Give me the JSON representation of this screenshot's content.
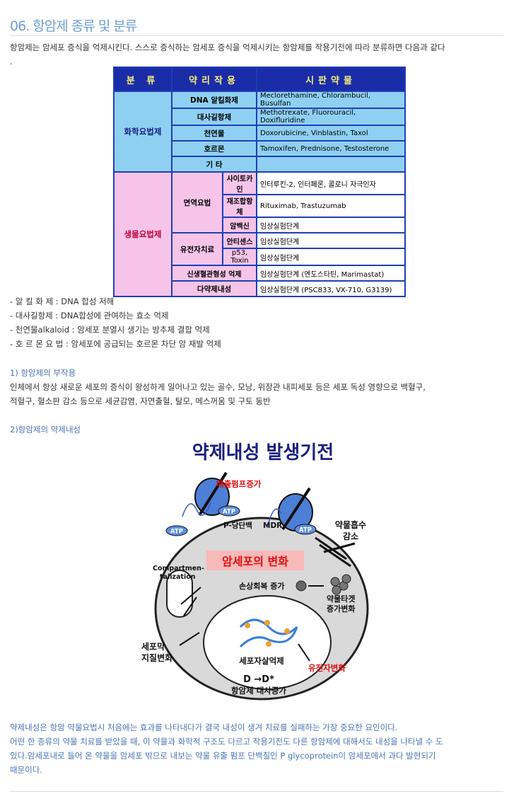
{
  "title": "06. 항암제 종류 및 분류",
  "intro": {
    "line1": "항암제는 암세포 증식을 억제시킨다. 스스로 증식하는 암세포 증식을 억제시키는 항암제를 작용기전에 따라 분류하면 다음과 같다",
    "line2": "."
  },
  "table": {
    "headers": [
      "분 류",
      "약리작용",
      "시판약물"
    ],
    "chem_group": "화학요법제",
    "chem_rows": [
      {
        "mech": "DNA 알킬화제",
        "drug": "Meclorethamine, Chlorambucil, Busulfan"
      },
      {
        "mech": "대사길항제",
        "drug": "Methotrexate, Fluorouracil, Doxifluridine"
      },
      {
        "mech": "천연물",
        "drug": "Doxorubicine, Vinblastin, Taxol"
      },
      {
        "mech": "호르몬",
        "drug": "Tamoxifen, Prednisone, Testosterone"
      },
      {
        "mech": "기 타",
        "drug": ""
      }
    ],
    "bio_group": "생물요법제",
    "immuno_label": "면역요법",
    "immuno_rows": [
      {
        "sub": "사이토카인",
        "drug": "인터루킨-2, 인터페론, 콜로니 자극인자"
      },
      {
        "sub": "재조합항체",
        "drug": "Rituximab, Trastuzumab"
      },
      {
        "sub": "암백신",
        "drug": "임상실험단계"
      }
    ],
    "gene_label": "유전자치료",
    "gene_rows": [
      {
        "sub": "안티센스",
        "drug": "임상실험단계"
      },
      {
        "sub": "p53, Toxin",
        "drug": "임상실험단계"
      }
    ],
    "angio": {
      "mech": "신생혈관형성 억제",
      "drug": "임상실험단계 (엔도스타틴, Marimastat)"
    },
    "mdr": {
      "mech": "다약제내성",
      "drug": "임상실험단계 (PSC833, VX-710, G3139)"
    }
  },
  "notes": [
    "- 알 킬 화 제 : DNA 합성 저해",
    "- 대사길항제 : DNA합성에 관여하는 효소 억제",
    "- 천연물alkaloid : 암세포 분열시 생기는 방추체 결합 억제",
    "- 호 르 몬 요 법 : 암세포에 공급되는 호르몬 차단 암 재발 억제"
  ],
  "side_effects": {
    "heading": "1) 항암제의 부작용",
    "line1": "인체에서 항상 새로운 세포의 증식이 왕성하게 일어나고 있는 골수, 모낭, 위장관 내피세포 등은 세포 독성 영향으로 백혈구,",
    "line2": "적혈구, 혈소판 감소 등으로 세균감염, 자연출혈, 탈모, 메스꺼움 및 구토 동반"
  },
  "resistance": {
    "heading": "2)항암제의 약제내성",
    "line1": "약제내성은 항암 약물요법시 처음에는 효과를 나타내다가 결국 내성이 생겨 치료를 실패하는 가장 중요한 요인이다.",
    "line2": "어떤 한 종류의 약물 치료를 받았을 때, 이 약물과 화학적 구조도 다르고 작용기전도 다른 항암제에 대해서도 내성을 나타낼 수 도",
    "line3": "있다.암세포내로 들어 온 약물을 암세포 밖으로 내보는 약물 유출 펌프 단백질인 P glycoprotein이 암세포에서 과다 발현되기",
    "line4": "때문이다."
  },
  "diagram": {
    "title": "약제내성 발생기전",
    "pump_increase": "배출펌프증가",
    "atp": "ATP",
    "pgp": "P-당단백",
    "mdr": "MDR",
    "uptake_decrease_1": "약물흡수",
    "uptake_decrease_2": "감소",
    "cancer_change": "암세포의 변화",
    "compart_1": "Compartmen-",
    "compart_2": "talization",
    "repair": "손상회복 증가",
    "target_1": "약물타겟",
    "target_2": "증가변화",
    "membrane_1": "세포막",
    "membrane_2": "지질변화",
    "apoptosis": "세포자살억제",
    "mutation": "유전자변화",
    "metab_eq": "D →D*",
    "metab": "항암제 대사증가"
  }
}
